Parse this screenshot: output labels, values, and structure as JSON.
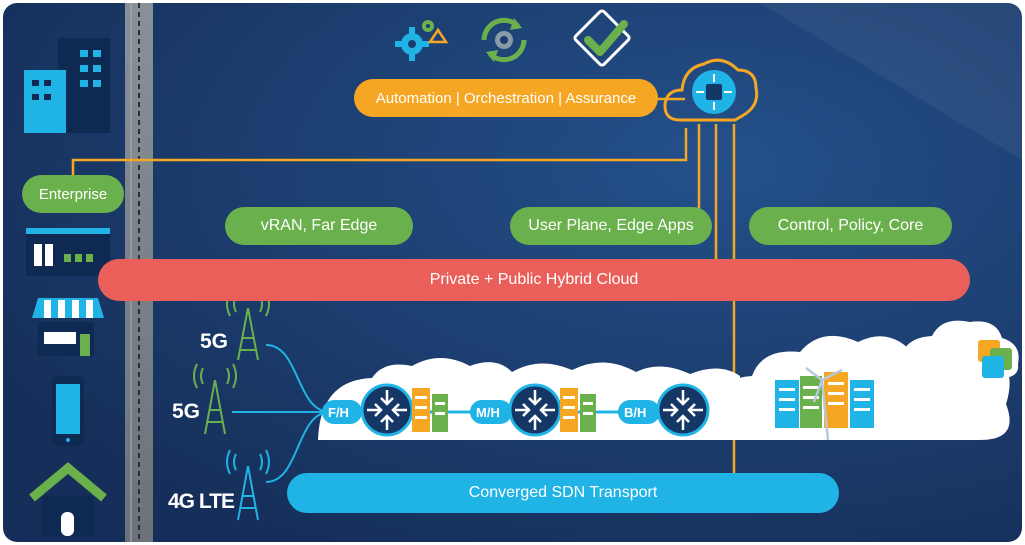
{
  "orchestration": {
    "label": "Automation | Orchestration | Assurance",
    "icons": [
      "automation-gears-icon",
      "orchestration-cycle-icon",
      "assurance-check-icon"
    ]
  },
  "cloud_controller": {
    "icon": "cloud-controller-icon"
  },
  "sidebar": {
    "enterprise_label": "Enterprise",
    "icons": [
      "enterprise-building-icon",
      "retail-store-icon",
      "shop-awning-icon",
      "mobile-phone-icon",
      "home-icon"
    ]
  },
  "functions": {
    "vran_label": "vRAN, Far Edge",
    "user_plane_label": "User Plane, Edge Apps",
    "control_label": "Control, Policy, Core"
  },
  "hybrid_cloud": {
    "label": "Private + Public Hybrid Cloud"
  },
  "radio": {
    "top_label": "5G",
    "mid_label": "5G",
    "bottom_label": "4G LTE"
  },
  "transport": {
    "hops": [
      "F/H",
      "M/H",
      "B/H"
    ],
    "label": "Converged SDN Transport"
  },
  "colors": {
    "background": "#1b3d6e",
    "orange": "#f5a623",
    "green": "#6ab04c",
    "red": "#eb5f5a",
    "blue": "#1fb3e6",
    "router": "#143765",
    "cloud": "#ffffff"
  }
}
